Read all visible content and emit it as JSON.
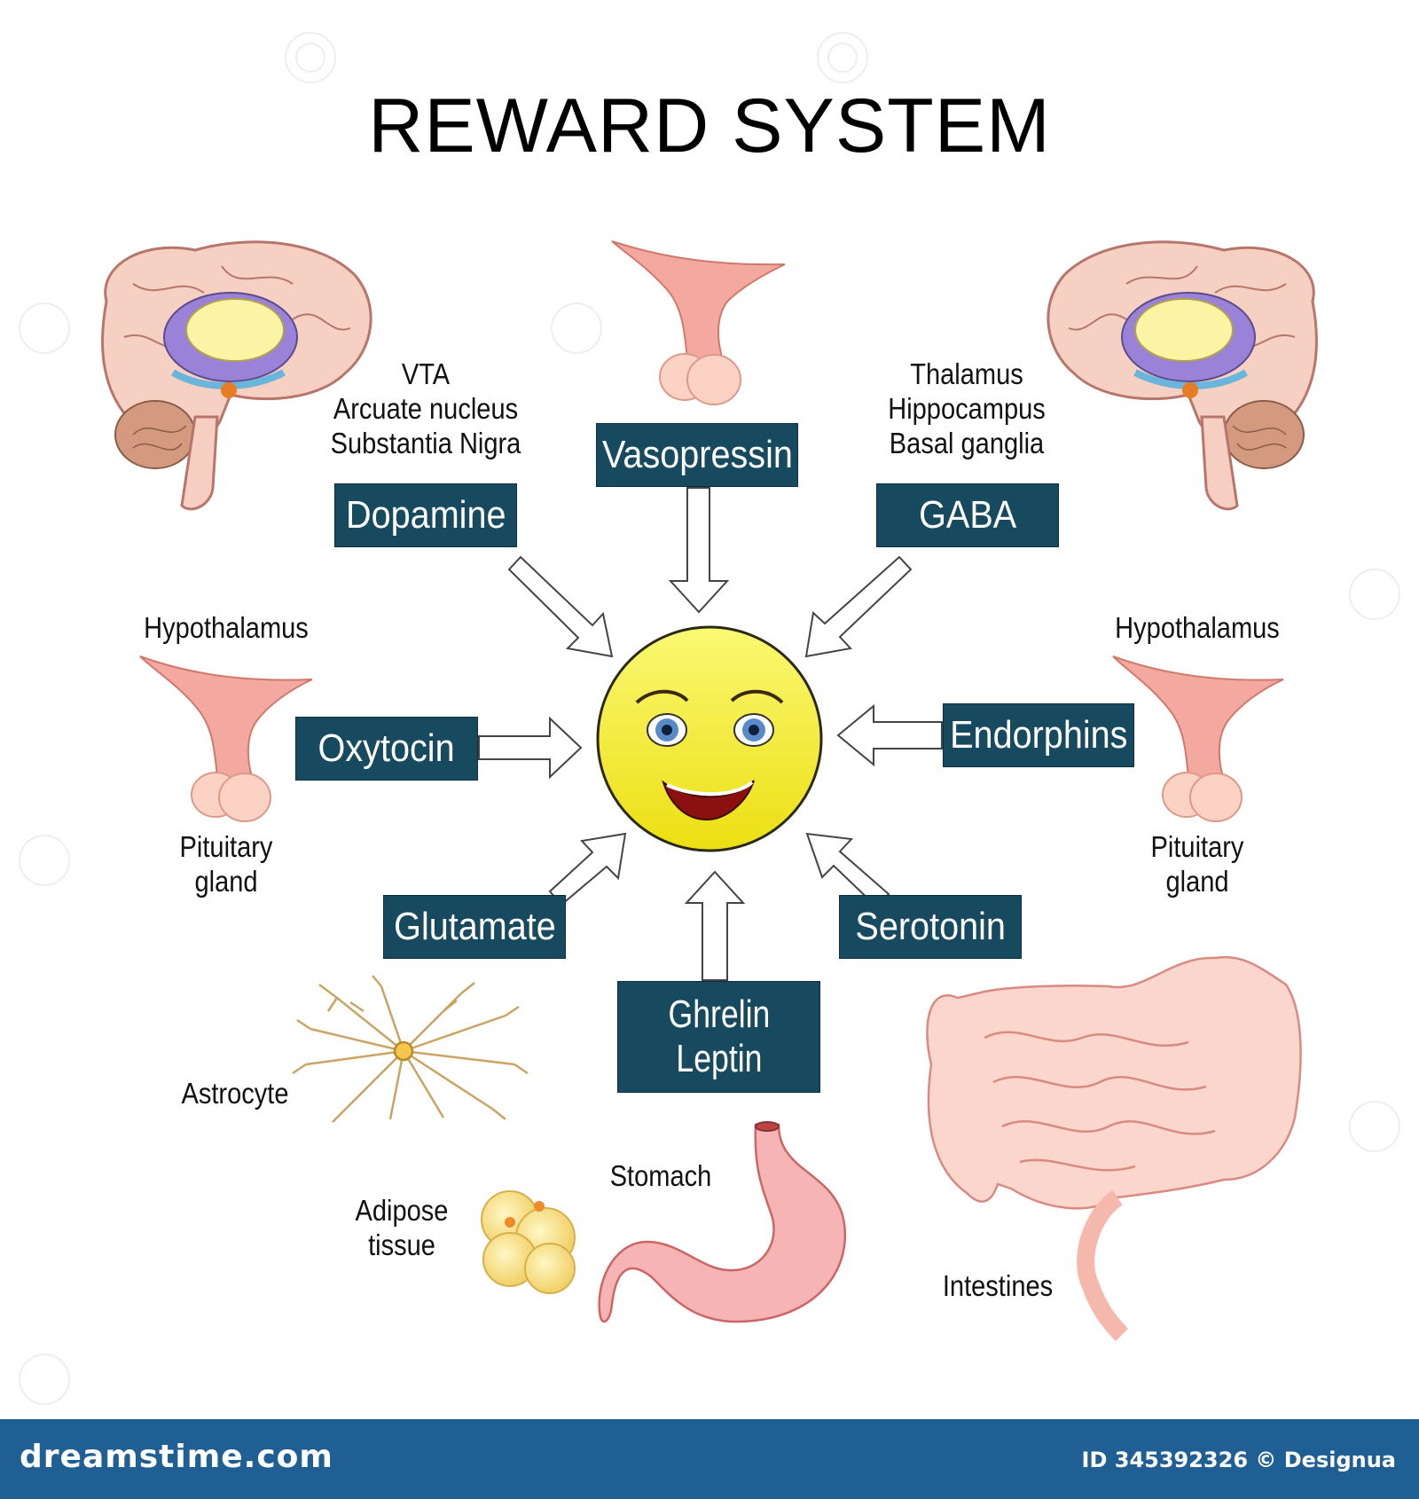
{
  "title": "REWARD SYSTEM",
  "brain_regions": {
    "left": [
      "VTA",
      "Arcuate nucleus",
      "Substantia Nigra"
    ],
    "right": [
      "Thalamus",
      "Hippocampus",
      "Basal ganglia"
    ]
  },
  "organ_labels": {
    "hypothalamus_left": "Hypothalamus",
    "hypothalamus_right": "Hypothalamus",
    "pituitary_left": [
      "Pituitary",
      "gland"
    ],
    "pituitary_right": [
      "Pituitary",
      "gland"
    ],
    "astrocyte": "Astrocyte",
    "adipose": [
      "Adipose",
      "tissue"
    ],
    "stomach": "Stomach",
    "intestines": "Intestines"
  },
  "hormones": {
    "dopamine": "Dopamine",
    "vasopressin": "Vasopressin",
    "gaba": "GABA",
    "oxytocin": "Oxytocin",
    "endorphins": "Endorphins",
    "glutamate": "Glutamate",
    "ghrelin_leptin": [
      "Ghrelin",
      "Leptin"
    ],
    "serotonin": "Serotonin"
  },
  "footer": {
    "site": "dreamstime.com",
    "id": "ID 345392326 © Designua"
  },
  "colors": {
    "box": "#174a5f",
    "footer": "#1f5f94",
    "face": "#f7f03a",
    "organ_pink": "#f4a9a0"
  }
}
